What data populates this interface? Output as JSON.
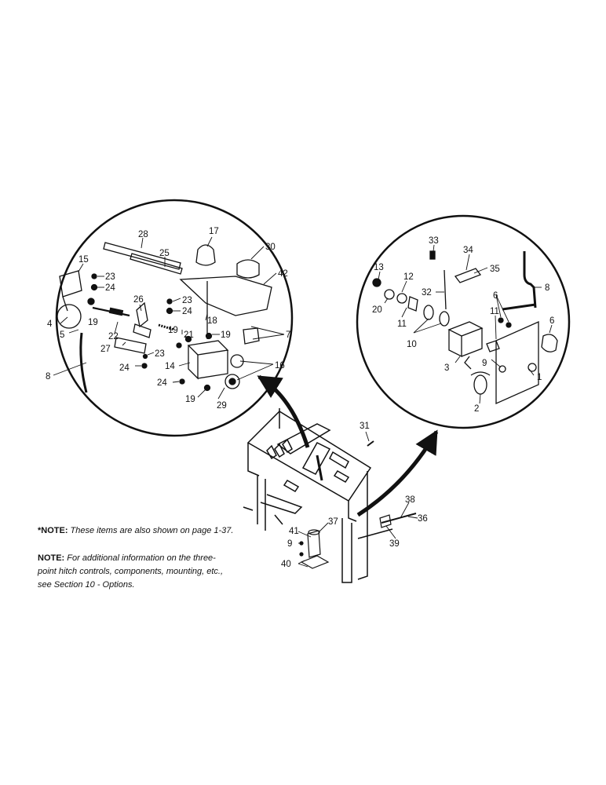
{
  "callouts": {
    "c1": "1",
    "c2": "2",
    "c3": "3",
    "c4": "4",
    "c5": "5",
    "c6a": "6",
    "c6b": "6",
    "c7": "7",
    "c8a": "8",
    "c8b": "8",
    "c9a": "9",
    "c9b": "9",
    "c10": "10",
    "c11a": "11",
    "c11b": "11",
    "c12": "12",
    "c13": "13",
    "c14": "14",
    "c15": "15",
    "c16": "16",
    "c17": "17",
    "c18": "18",
    "c19a": "19",
    "c19b": "19",
    "c19c": "19",
    "c19d": "19",
    "c20": "20",
    "c21": "21",
    "c22": "22",
    "c23a": "23",
    "c23b": "23",
    "c23c": "23",
    "c24a": "24",
    "c24b": "24",
    "c24c": "24",
    "c24d": "24",
    "c25": "25",
    "c26": "26",
    "c27": "27",
    "c28": "28",
    "c29": "29",
    "c30": "30",
    "c31": "31",
    "c32": "32",
    "c33": "33",
    "c34": "34",
    "c35": "35",
    "c36": "36",
    "c37": "37",
    "c38": "38",
    "c39": "39",
    "c40": "40",
    "c41": "41",
    "c42": "42"
  },
  "notes": {
    "note1_label": "*NOTE:",
    "note1_text": " These items are also shown on page 1-37.",
    "note2_label": "NOTE:",
    "note2_text": " For additional information on the three-point hitch controls, components, mounting, etc., see Section 10 - Options."
  }
}
